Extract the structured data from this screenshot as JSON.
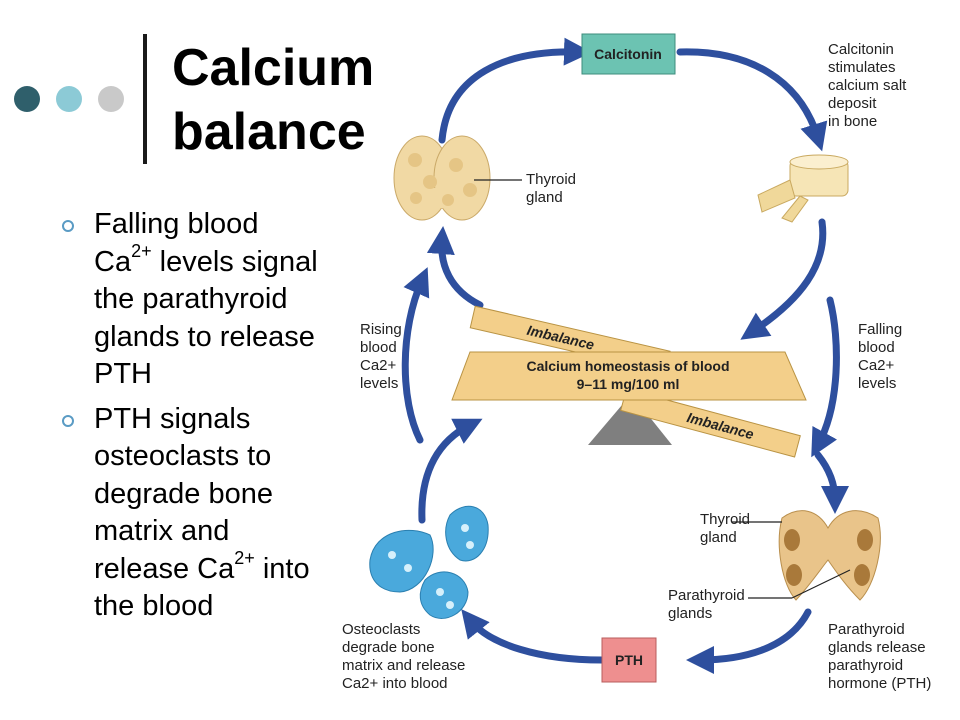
{
  "slide": {
    "title_line1": "Calcium",
    "title_line2": "balance",
    "bullets": [
      {
        "before": "Falling blood Ca",
        "sup": "2+",
        "after": " levels signal the parathyroid glands to release PTH"
      },
      {
        "before": "PTH signals osteoclasts to degrade bone matrix and release Ca",
        "sup": "2+",
        "after": " into the blood"
      }
    ],
    "dot_colors": [
      "#2f5f6b",
      "#8ccad6",
      "#c9c9c9"
    ]
  },
  "diagram": {
    "calcitonin_box": "Calcitonin",
    "pth_box": "PTH",
    "calcitonin_note": [
      "Calcitonin",
      "stimulates",
      "calcium salt",
      "deposit",
      "in bone"
    ],
    "thyroid_top": [
      "Thyroid",
      "gland"
    ],
    "rising": [
      "Rising",
      "blood",
      "Ca2+",
      "levels"
    ],
    "falling": [
      "Falling",
      "blood",
      "Ca2+",
      "levels"
    ],
    "imbalance_top": "Imbalance",
    "imbalance_bottom": "Imbalance",
    "homeostasis_line1": "Calcium homeostasis of blood",
    "homeostasis_line2": "9–11 mg/100 ml",
    "thyroid_bottom": [
      "Thyroid",
      "gland"
    ],
    "parathyroid": [
      "Parathyroid",
      "glands"
    ],
    "parathyroid_release": [
      "Parathyroid",
      "glands release",
      "parathyroid",
      "hormone (PTH)"
    ],
    "osteoclasts_note": [
      "Osteoclasts",
      "degrade bone",
      "matrix and release",
      "Ca2+ into blood"
    ],
    "colors": {
      "arrow": "#2e4f9e",
      "calcitonin_box": "#6cc3b2",
      "pth_box": "#ee8f8f",
      "beam": "#f3cf8a",
      "fulcrum": "#7f7f7f"
    }
  }
}
